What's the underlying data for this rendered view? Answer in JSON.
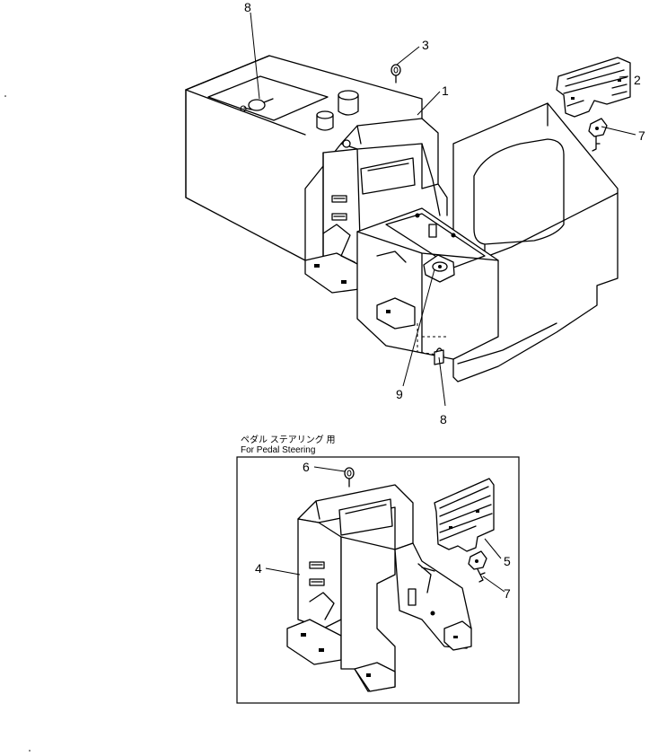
{
  "callouts_main": [
    "8",
    "3",
    "1",
    "2",
    "7",
    "9",
    "8"
  ],
  "inset": {
    "caption_jp": "ペダル ステアリング 用",
    "caption_en": "For Pedal Steering",
    "callouts": [
      "6",
      "4",
      "5",
      "7"
    ]
  }
}
